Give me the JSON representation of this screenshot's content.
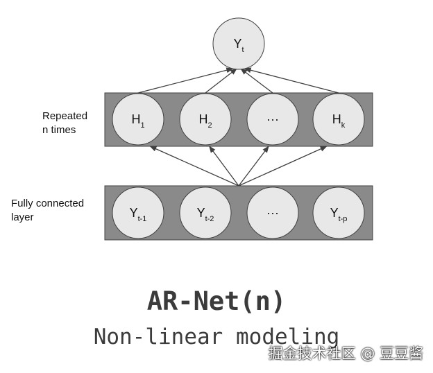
{
  "colors": {
    "band": "#8a8a8a",
    "node": "#e8e8e8",
    "stroke": "#404040",
    "text": "#3b3b3b"
  },
  "output_node": {
    "main": "Y",
    "sub": "t"
  },
  "hidden_layer": {
    "label": [
      "Repeated",
      "n times"
    ],
    "nodes": [
      {
        "main": "H",
        "sub": "1"
      },
      {
        "main": "H",
        "sub": "2"
      },
      {
        "main": "···",
        "sub": ""
      },
      {
        "main": "H",
        "sub": "k"
      }
    ]
  },
  "input_layer": {
    "label": [
      "Fully connected",
      "layer"
    ],
    "nodes": [
      {
        "main": "Y",
        "sub": "t-1"
      },
      {
        "main": "Y",
        "sub": "t-2"
      },
      {
        "main": "···",
        "sub": ""
      },
      {
        "main": "Y",
        "sub": "t-p"
      }
    ]
  },
  "title": "AR-Net(n)",
  "subtitle": "Non-linear modeling",
  "watermark": "掘金技术社区 @ 豆豆酱"
}
